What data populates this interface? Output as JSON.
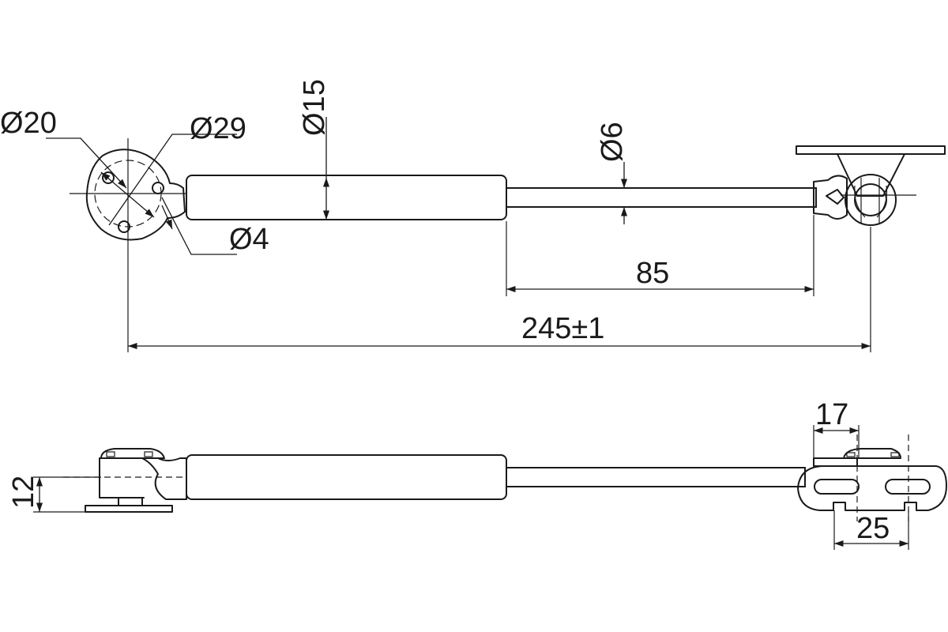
{
  "dimensions": {
    "d20": "Ø20",
    "d29": "Ø29",
    "d15": "Ø15",
    "d6": "Ø6",
    "d4": "Ø4",
    "len85": "85",
    "len245": "245±1",
    "h12": "12",
    "w17": "17",
    "w25": "25"
  }
}
